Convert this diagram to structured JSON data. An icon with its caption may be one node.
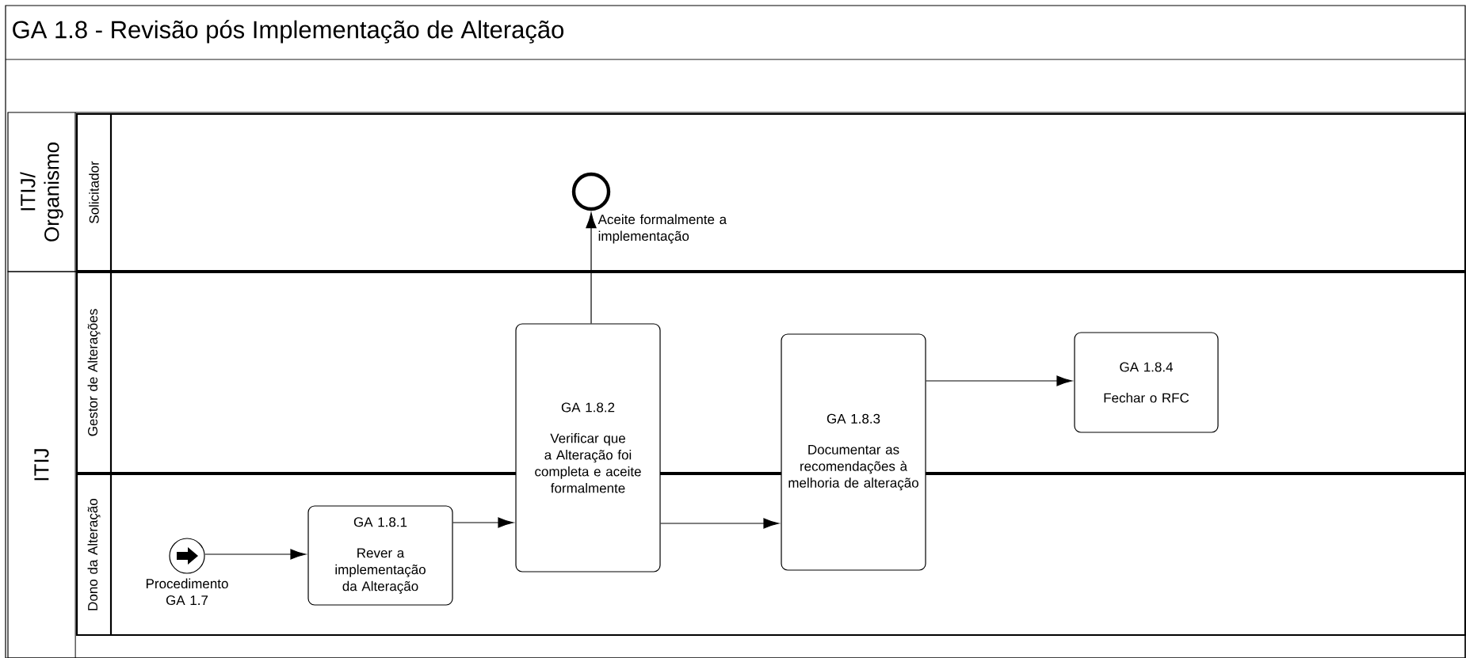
{
  "diagram": {
    "title": "GA 1.8 - Revisão pós Implementação de Alteração",
    "nodes": [
      {
        "text": [
          "ITIJ/ Organismo"
        ]
      },
      {
        "text": [
          "Solicitador"
        ],
        "in": 0
      },
      {
        "text": [],
        "shape": "circle",
        "beside": [
          "Aceite formalmente a implementação"
        ],
        "in": 1
      },
      {
        "text": [
          "ITIJ"
        ]
      },
      {
        "text": [
          "Gestor de Alterações"
        ],
        "in": 3
      },
      {
        "text": [
          "Dono da Alteração"
        ],
        "in": 3
      },
      {
        "text": [],
        "shape": "circle",
        "beside": [
          "Procedimento GA 1.7"
        ],
        "in": 5
      },
      {
        "text": [
          "GA 1.8.1",
          "Rever a implementação da Alteração"
        ],
        "in": 5
      },
      {
        "text": [
          "GA 1.8.2",
          "Verificar que a Alteração foi completa e aceite formalmente"
        ],
        "in": 3
      },
      {
        "text": [
          "GA 1.8.3",
          "Documentar as recomendações à melhoria de alteração"
        ],
        "in": 3
      },
      {
        "text": [
          "GA 1.8.4",
          "Fechar o RFC"
        ],
        "in": 4
      }
    ],
    "edges": [
      {
        "from": 6,
        "to": 7,
        "arrow": "to"
      },
      {
        "from": 7,
        "to": 8,
        "arrow": "to"
      },
      {
        "from": 8,
        "to": 2,
        "arrow": "to"
      },
      {
        "from": 8,
        "to": 9,
        "arrow": "to"
      },
      {
        "from": 9,
        "to": 10,
        "arrow": "to"
      }
    ]
  }
}
